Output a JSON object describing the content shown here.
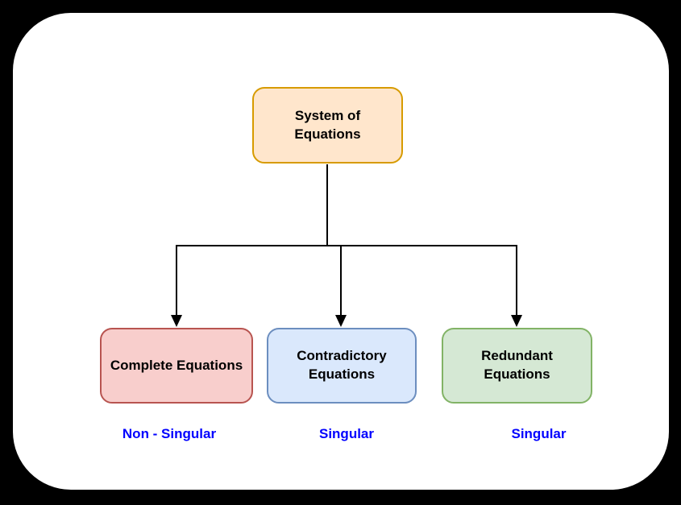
{
  "tree": {
    "root": {
      "label": "System of\nEquations"
    },
    "children": [
      {
        "label": "Complete Equations",
        "category": "Non - Singular"
      },
      {
        "label": "Contradictory\nEquations",
        "category": "Singular"
      },
      {
        "label": "Redundant\nEquations",
        "category": "Singular"
      }
    ]
  },
  "colors": {
    "page_background": "#000000",
    "panel_background": "#FFFFFF",
    "connector": "#000000",
    "node_text": "#000000",
    "category_text": "#0000FF",
    "root_fill": "#FFE6CC",
    "root_stroke": "#D79B00",
    "complete_fill": "#F8CECC",
    "complete_stroke": "#B85450",
    "contradictory_fill": "#DAE8FC",
    "contradictory_stroke": "#6C8EBF",
    "redundant_fill": "#D5E8D4",
    "redundant_stroke": "#82B366"
  }
}
